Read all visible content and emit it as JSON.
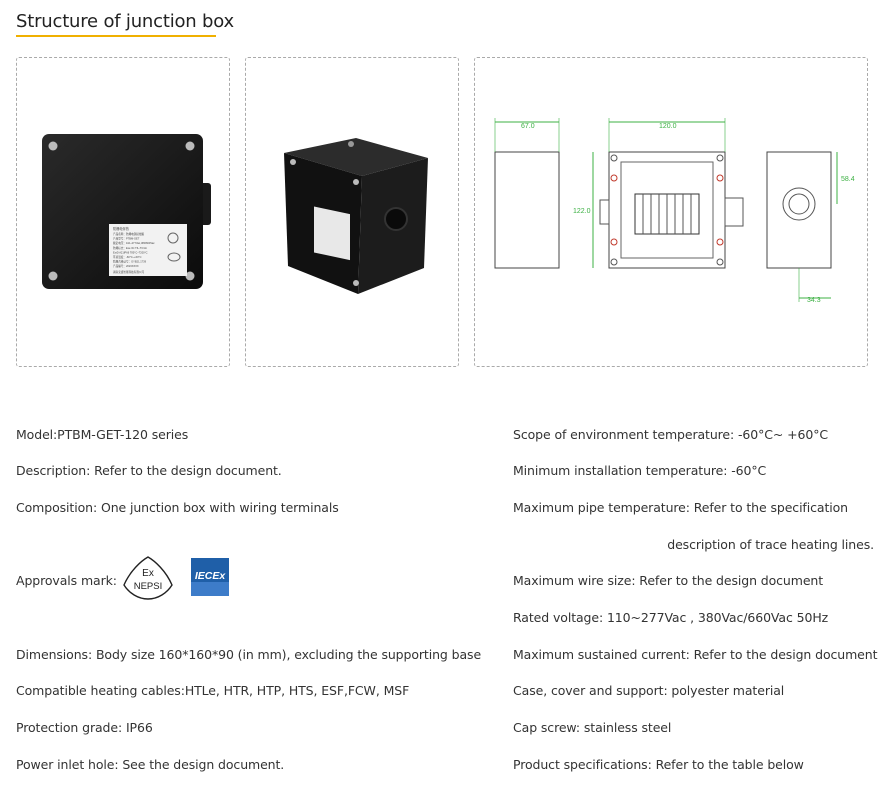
{
  "section": {
    "title": "Structure of junction box"
  },
  "label": {
    "brand": "防爆电伴热",
    "lines": [
      "产品名称：防爆电源接线箱",
      "产品型号：PTBM-GET",
      "额定电压：110~277Vac,380/660Vac",
      "防爆标志：Exe IIC T6~T3 Gb",
      "ExtD A21IP66 T85°C~T200°C",
      "环境温度：-60°C~+60°C",
      "防爆合格证号：GYB21.1739",
      "产品编号：2023XXXX"
    ],
    "maker": "湖南安盛智能科技有限公司"
  },
  "drawing": {
    "dim_width": "120.0",
    "dim_height": "122.0",
    "dim_side": "67.0",
    "dim_gland": "58.4",
    "dim_offset": "34.3"
  },
  "specs_left": {
    "model": "Model:PTBM-GET-120 series",
    "description": "Description: Refer to the design document.",
    "composition": "Composition: One junction box with wiring terminals",
    "approvals": "Approvals mark:",
    "ex_top": "Ex",
    "ex_bottom": "NEPSI",
    "iecex": "IECEx",
    "dimensions": "Dimensions: Body size 160*160*90 (in mm), excluding the supporting base",
    "cables": "Compatible heating cables:HTLe, HTR, HTP, HTS, ESF,FCW, MSF",
    "protection": "Protection grade: IP66",
    "inlet": "Power inlet hole: See the design document."
  },
  "specs_right": {
    "env_temp": "Scope of environment temperature: -60°C~ +60°C",
    "min_install": "Minimum installation temperature: -60°C",
    "max_pipe": "Maximum pipe temperature: Refer to the specification",
    "max_pipe_cont": "description of trace heating lines.",
    "wire_size": "Maximum wire size: Refer to the design document",
    "voltage": "Rated voltage: 110~277Vac , 380Vac/660Vac 50Hz",
    "current": "Maximum sustained current: Refer to the design document",
    "material": "Case, cover and support: polyester material",
    "screw": "Cap screw: stainless steel",
    "product_specs": "Product specifications: Refer to the table below"
  },
  "colors": {
    "accent": "#f0b000",
    "dimension": "#3cb043",
    "box": "#141414"
  }
}
